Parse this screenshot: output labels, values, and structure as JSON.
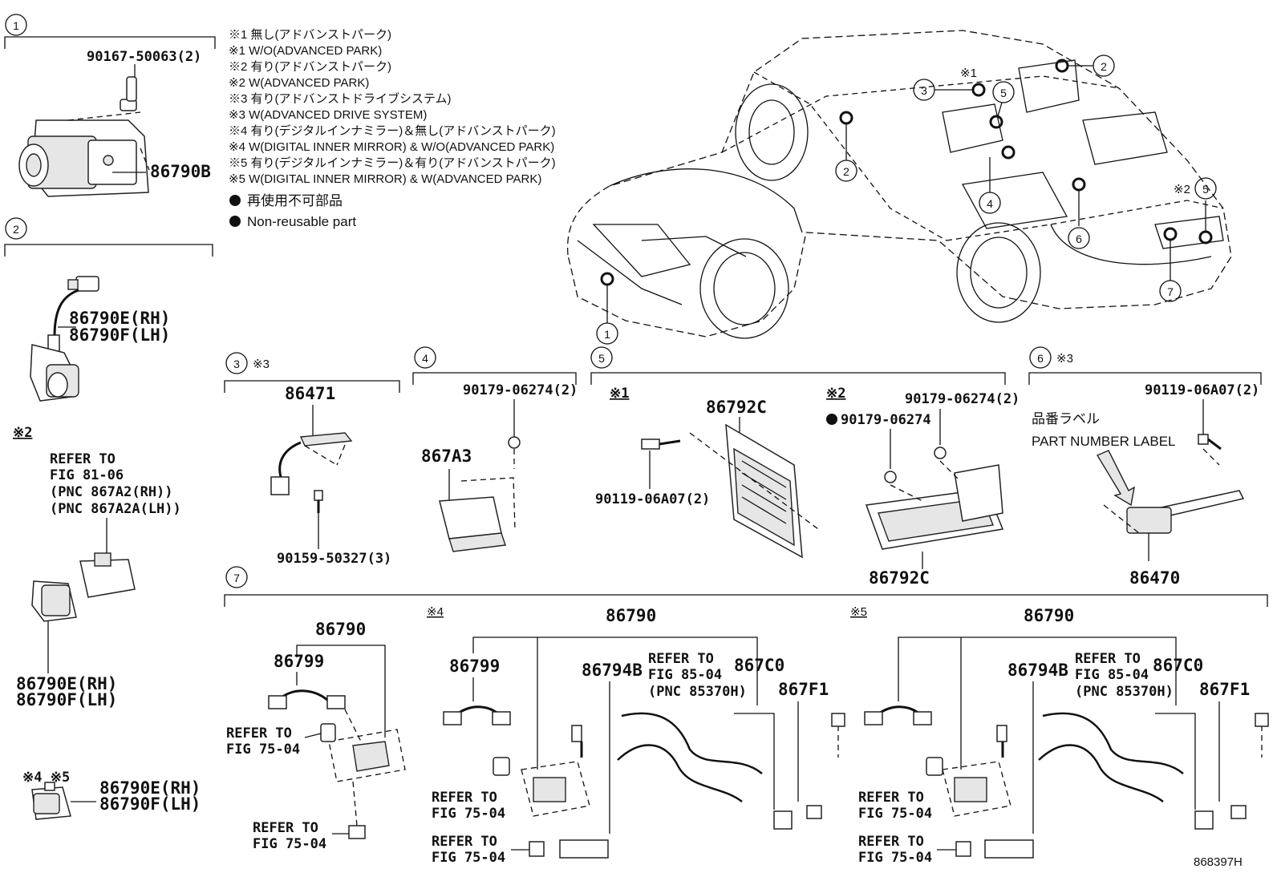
{
  "notes": [
    "※1 無し(アドバンストパーク)",
    "※1 W/O(ADVANCED PARK)",
    "※2 有り(アドバンストパーク)",
    "※2 W(ADVANCED PARK)",
    "※3 有り(アドバンストドライブシステム)",
    "※3 W(ADVANCED DRIVE SYSTEM)",
    "※4 有り(デジタルインナミラー)＆無し(アドバンストパーク)",
    "※4 W(DIGITAL INNER MIRROR) & W/O(ADVANCED PARK)",
    "※5 有り(デジタルインナミラー)＆有り(アドバンストパーク)",
    "※5 W(DIGITAL INNER MIRROR) & W(ADVANCED PARK)"
  ],
  "legend": {
    "jp": "再使用不可部品",
    "en": "Non-reusable part"
  },
  "sections": {
    "s1": {
      "num": "1",
      "bolt": "90167-50063(2)",
      "part": "86790B"
    },
    "s2": {
      "num": "2",
      "part_rh": "86790E(RH)",
      "part_lh": "86790F(LH)",
      "note2": "※2",
      "refer": [
        "REFER TO",
        "FIG 81-06",
        "(PNC 867A2(RH))",
        "(PNC 867A2A(LH))"
      ],
      "part2_rh": "86790E(RH)",
      "part2_lh": "86790F(LH)",
      "note45": "※4 ※5",
      "part3_rh": "86790E(RH)",
      "part3_lh": "86790F(LH)"
    },
    "s3": {
      "num": "3",
      "note": "※3",
      "part": "86471",
      "screw": "90159-50327(3)"
    },
    "s4": {
      "num": "4",
      "part": "867A3",
      "nut": "90179-06274(2)"
    },
    "s5": {
      "num": "5",
      "note1": "※1",
      "note2": "※2",
      "part_a": "86792C",
      "bolt_a": "90119-06A07(2)",
      "nut_b1": "90179-06274",
      "nut_b2": "90179-06274(2)",
      "part_b": "86792C"
    },
    "s6": {
      "num": "6",
      "note": "※3",
      "bolt": "90119-06A07(2)",
      "label_jp": "品番ラベル",
      "label_en": "PART NUMBER LABEL",
      "part": "86470"
    },
    "s7": {
      "num": "7",
      "a": {
        "assy": "86790",
        "harness": "86799",
        "refer1": [
          "REFER TO",
          "FIG 75-04"
        ],
        "refer2": [
          "REFER TO",
          "FIG 75-04"
        ]
      },
      "b": {
        "note": "※4",
        "assy": "86790",
        "harness": "86799",
        "bracket": "86794B",
        "refer_cable": [
          "REFER TO",
          "FIG 85-04",
          "(PNC 85370H)"
        ],
        "cable": "867C0",
        "cam": "867F1",
        "refer1": [
          "REFER TO",
          "FIG 75-04"
        ],
        "refer2": [
          "REFER TO",
          "FIG 75-04"
        ]
      },
      "c": {
        "note": "※5",
        "assy": "86790",
        "bracket": "86794B",
        "refer_cable": [
          "REFER TO",
          "FIG 85-04",
          "(PNC 85370H)"
        ],
        "cable": "867C0",
        "cam": "867F1",
        "refer1": [
          "REFER TO",
          "FIG 75-04"
        ],
        "refer2": [
          "REFER TO",
          "FIG 75-04"
        ]
      }
    }
  },
  "car_callouts": {
    "n1": "1",
    "n2a": "2",
    "n2b": "2",
    "n3": "3",
    "n4": "4",
    "n5a": "5",
    "n5b": "5",
    "n6": "6",
    "n7": "7",
    "note1": "※1",
    "note2": "※2"
  },
  "figure_code": "868397H"
}
